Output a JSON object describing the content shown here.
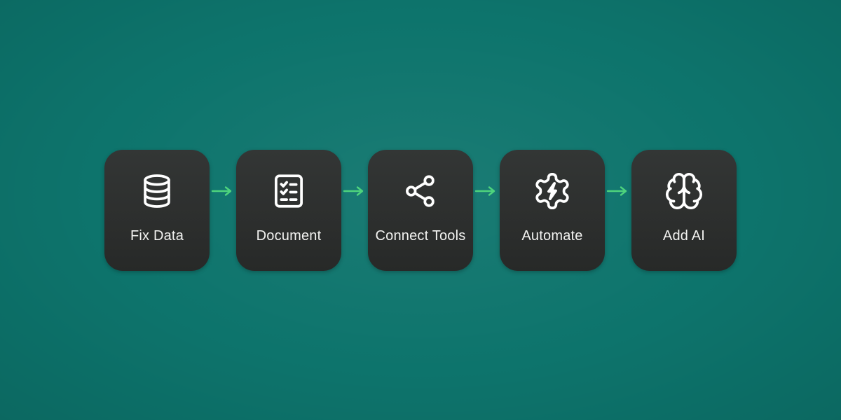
{
  "colors": {
    "background": "#0d746c",
    "card": "#2d2f2e",
    "arrow": "#4ed47d",
    "text": "#f3f3f1"
  },
  "diagram": {
    "type": "horizontal-flow",
    "description": "Five-step process flow with arrows left to right"
  },
  "steps": [
    {
      "label": "Fix Data",
      "icon": "database-icon"
    },
    {
      "label": "Document",
      "icon": "checklist-icon"
    },
    {
      "label": "Connect Tools",
      "icon": "share-nodes-icon"
    },
    {
      "label": "Automate",
      "icon": "gear-bolt-icon"
    },
    {
      "label": "Add AI",
      "icon": "brain-icon"
    }
  ],
  "arrow": {
    "glyph": "→",
    "count": 4
  }
}
